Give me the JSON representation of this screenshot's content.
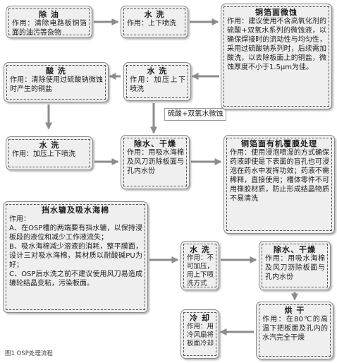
{
  "steps": {
    "degrease": {
      "title": "除  油",
      "body": "作用：清除电路板铜箔面的油污等杂物"
    },
    "rinse1": {
      "title": "水  洗",
      "body": "作用：上下喷洗"
    },
    "microetch": {
      "title": "铜箔面微蚀",
      "body": "作用：建议使用不含高氧化剂的硫酸+双氧水系列的微蚀液，以确保焊接时的流动性与均匀性，采用过硫酸钠系列时，后续需加酸洗，以去除板面上的铜盐，微蚀厚度不小于1.5μm为佳。"
    },
    "acid": {
      "title": "酸  洗",
      "body": "作用：清除使用过硫酸钠微蚀时产生的铜盐"
    },
    "rinse2": {
      "title": "水  洗",
      "body": "作用：加压上下喷洗"
    },
    "rinse3": {
      "title": "水  洗",
      "body": "作用：加压上下喷洗"
    },
    "dry1": {
      "title": "除水、干燥",
      "body": "作用：用吸水海棉及风刀沥除板面与孔内水份"
    },
    "osp": {
      "title": "铜箔面有机覆膜处理",
      "body": "作用：使用浸泡喷湿的方式确保药液即使是下表面的盲孔也可浸泡在药水中发挥功效；药液不需稀释，直接使用；槽体零件不可用橡胶材质，防止形成结晶物质不易清洗"
    },
    "roller": {
      "title": "挡水辘及吸水海棉",
      "body": [
        "作用：",
        "A、在OSP槽的两端要有挡水辘，以保持浸板段的液位和减少工作液流失；",
        "B、吸水海棉减少溶液的消耗，整平膜面，设计三对吸水海棉，其材质以耐酸碱PU为好；",
        "C、OSP后水洗之前不建议使用风刀易造成辘轮结晶变粘，污染板面。"
      ]
    },
    "rinse4": {
      "title": "水  洗",
      "body": "作用：不可加压，用上下喷洗方式"
    },
    "dry2": {
      "title": "除水、干燥",
      "body": "作用：用吸水海棉及风刀沥除板面与孔内水份"
    },
    "bake": {
      "title": "烘  干",
      "body": "作用：在80℃的高温下把板面及孔内的水汽完全干燥"
    },
    "cool": {
      "title": "冷  却",
      "body": "作用：用冷风扇将板面冷却"
    }
  },
  "flow_label": "硫酸+双氧水微蚀",
  "caption": "图1  OSP处理流程",
  "colors": {
    "box_bg": "#efefef",
    "arrow": "#8c8c8c"
  }
}
